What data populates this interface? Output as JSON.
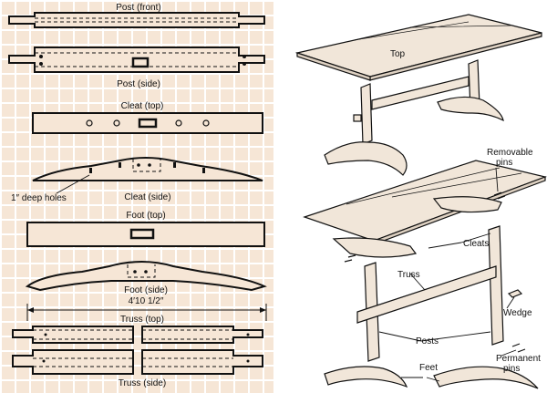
{
  "colors": {
    "grid_bg": "#f6e6d6",
    "grid_line": "#ffffff",
    "ink": "#111111",
    "wood": "#f1e6d9"
  },
  "parts": {
    "post_front": "Post (front)",
    "post_side": "Post (side)",
    "cleat_top": "Cleat (top)",
    "cleat_side": "Cleat (side)",
    "deep_holes": "1″ deep holes",
    "foot_top": "Foot (top)",
    "foot_side": "Foot (side)",
    "dimension": "4′10 1/2″",
    "truss_top": "Truss (top)",
    "truss_side": "Truss (side)"
  },
  "assembly": {
    "top": "Top",
    "removable_pins_1": "Removable",
    "removable_pins_2": "pins",
    "cleats": "Cleats",
    "truss": "Truss",
    "wedge": "Wedge",
    "posts": "Posts",
    "permanent_pins_1": "Permanent",
    "permanent_pins_2": "pins",
    "feet": "Feet"
  }
}
